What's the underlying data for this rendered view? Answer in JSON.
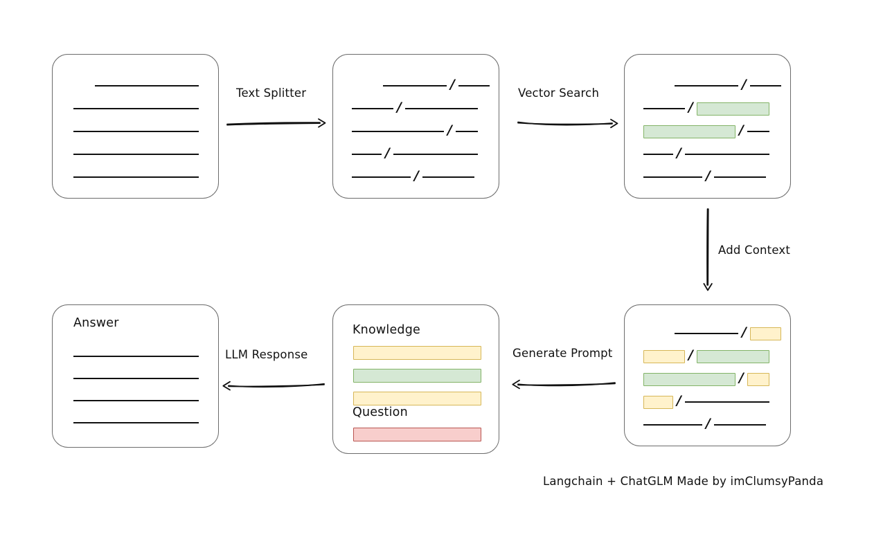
{
  "diagram": {
    "title_note": "Langchain + ChatGLM Made by imClumsyPanda",
    "nodes": {
      "source_document": {
        "name": "source-document",
        "label": "",
        "rows": [
          {
            "segments": [
              {
                "type": "line",
                "width": 150
              }
            ],
            "indent": 31
          },
          {
            "segments": [
              {
                "type": "line",
                "width": 181
              }
            ],
            "indent": 0
          },
          {
            "segments": [
              {
                "type": "line",
                "width": 181
              }
            ],
            "indent": 0
          },
          {
            "segments": [
              {
                "type": "line",
                "width": 181
              }
            ],
            "indent": 0
          },
          {
            "segments": [
              {
                "type": "line",
                "width": 181
              }
            ],
            "indent": 0
          }
        ]
      },
      "split_document": {
        "name": "split-document",
        "label": "",
        "rows": [
          {
            "indent": 45,
            "segments": [
              {
                "type": "line",
                "width": 92
              },
              {
                "type": "slash"
              },
              {
                "type": "line",
                "width": 45
              }
            ]
          },
          {
            "indent": 0,
            "segments": [
              {
                "type": "line",
                "width": 60
              },
              {
                "type": "slash"
              },
              {
                "type": "line",
                "width": 105
              }
            ]
          },
          {
            "indent": 0,
            "segments": [
              {
                "type": "line",
                "width": 133
              },
              {
                "type": "slash"
              },
              {
                "type": "line",
                "width": 32
              }
            ]
          },
          {
            "indent": 0,
            "segments": [
              {
                "type": "line",
                "width": 43
              },
              {
                "type": "slash"
              },
              {
                "type": "line",
                "width": 122
              }
            ]
          },
          {
            "indent": 0,
            "segments": [
              {
                "type": "line",
                "width": 85
              },
              {
                "type": "slash"
              },
              {
                "type": "line",
                "width": 75
              }
            ]
          }
        ]
      },
      "vector_matched_document": {
        "name": "vector-matched-document",
        "label": "",
        "rows": [
          {
            "indent": 45,
            "segments": [
              {
                "type": "line",
                "width": 92
              },
              {
                "type": "slash"
              },
              {
                "type": "line",
                "width": 45
              }
            ]
          },
          {
            "indent": 0,
            "segments": [
              {
                "type": "line",
                "width": 60
              },
              {
                "type": "slash"
              },
              {
                "type": "green",
                "width": 105
              }
            ]
          },
          {
            "indent": 0,
            "segments": [
              {
                "type": "green",
                "width": 133
              },
              {
                "type": "slash"
              },
              {
                "type": "line",
                "width": 32
              }
            ]
          },
          {
            "indent": 0,
            "segments": [
              {
                "type": "line",
                "width": 43
              },
              {
                "type": "slash"
              },
              {
                "type": "line",
                "width": 122
              }
            ]
          },
          {
            "indent": 0,
            "segments": [
              {
                "type": "line",
                "width": 85
              },
              {
                "type": "slash"
              },
              {
                "type": "line",
                "width": 75
              }
            ]
          }
        ]
      },
      "context_added_document": {
        "name": "context-added-document",
        "label": "",
        "rows": [
          {
            "indent": 45,
            "segments": [
              {
                "type": "line",
                "width": 92
              },
              {
                "type": "slash"
              },
              {
                "type": "yellow",
                "width": 45
              }
            ]
          },
          {
            "indent": 0,
            "segments": [
              {
                "type": "yellow",
                "width": 60
              },
              {
                "type": "slash"
              },
              {
                "type": "green",
                "width": 105
              }
            ]
          },
          {
            "indent": 0,
            "segments": [
              {
                "type": "green",
                "width": 133
              },
              {
                "type": "slash"
              },
              {
                "type": "yellow",
                "width": 32
              }
            ]
          },
          {
            "indent": 0,
            "segments": [
              {
                "type": "yellow",
                "width": 43
              },
              {
                "type": "slash"
              },
              {
                "type": "line",
                "width": 122
              }
            ]
          },
          {
            "indent": 0,
            "segments": [
              {
                "type": "line",
                "width": 85
              },
              {
                "type": "slash"
              },
              {
                "type": "line",
                "width": 75
              }
            ]
          }
        ]
      },
      "prompt": {
        "name": "prompt-box",
        "knowledge_label": "Knowledge",
        "question_label": "Question",
        "knowledge_bars": [
          {
            "color": "yellow",
            "width": 185
          },
          {
            "color": "green",
            "width": 185
          },
          {
            "color": "yellow",
            "width": 185
          }
        ],
        "question_bars": [
          {
            "color": "red",
            "width": 185
          }
        ]
      },
      "answer": {
        "name": "answer-box",
        "label": "Answer",
        "rows": [
          {
            "indent": 0,
            "segments": [
              {
                "type": "line",
                "width": 181
              }
            ]
          },
          {
            "indent": 0,
            "segments": [
              {
                "type": "line",
                "width": 181
              }
            ]
          },
          {
            "indent": 0,
            "segments": [
              {
                "type": "line",
                "width": 181
              }
            ]
          },
          {
            "indent": 0,
            "segments": [
              {
                "type": "line",
                "width": 181
              }
            ]
          }
        ]
      }
    },
    "edges": [
      {
        "name": "edge-text-splitter",
        "label": "Text Splitter",
        "direction": "right"
      },
      {
        "name": "edge-vector-search",
        "label": "Vector Search",
        "direction": "right"
      },
      {
        "name": "edge-add-context",
        "label": "Add Context",
        "direction": "down"
      },
      {
        "name": "edge-generate-prompt",
        "label": "Generate Prompt",
        "direction": "left"
      },
      {
        "name": "edge-llm-response",
        "label": "LLM Response",
        "direction": "left"
      }
    ],
    "colors": {
      "green_fill": "#d5e8d4",
      "green_stroke": "#82b366",
      "yellow_fill": "#fff2cc",
      "yellow_stroke": "#d6b656",
      "red_fill": "#f8cecc",
      "red_stroke": "#b85450",
      "box_stroke": "#6b6b6b",
      "line_stroke": "#111111"
    }
  }
}
